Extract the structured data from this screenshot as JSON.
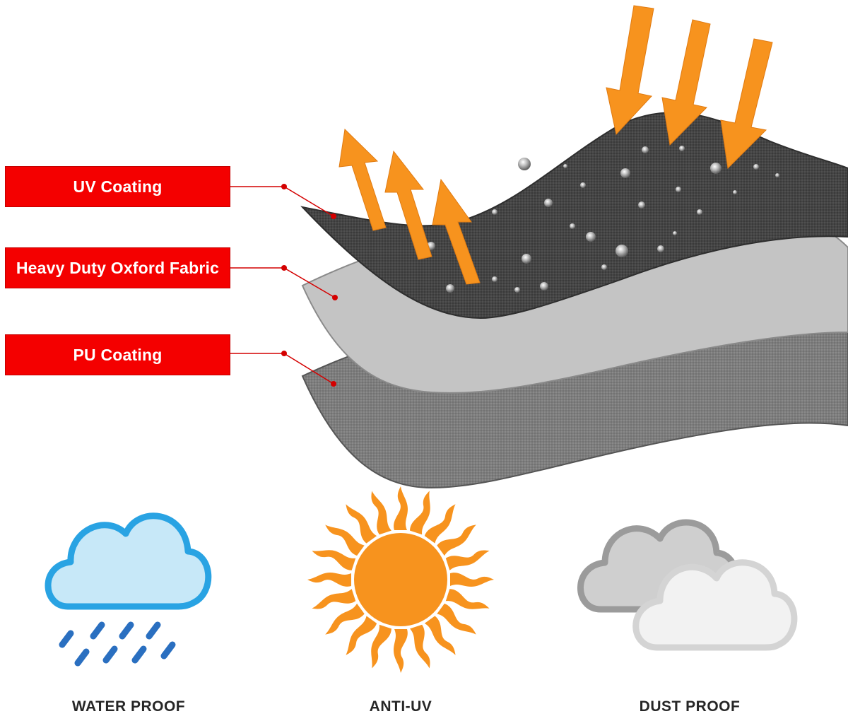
{
  "layers": {
    "uv_coating": "UV Coating",
    "oxford_fabric": "Heavy Duty Oxford Fabric",
    "pu_coating": "PU Coating"
  },
  "features": {
    "water_proof": "WATER PROOF",
    "anti_uv": "ANTI-UV",
    "dust_proof": "DUST PROOF"
  },
  "icons": {
    "water_proof": "rain-cloud-icon",
    "anti_uv": "sun-icon",
    "dust_proof": "dust-clouds-icon"
  },
  "colors": {
    "label_red": "#f40000",
    "arrow_orange": "#f7931e",
    "sun_orange": "#f7931e",
    "rain_cloud_blue": "#29a3e3",
    "rain_blue": "#2a6fc0",
    "top_layer": "#454545",
    "middle_layer": "#c4c4c4",
    "bottom_layer": "#7a7a7a"
  }
}
